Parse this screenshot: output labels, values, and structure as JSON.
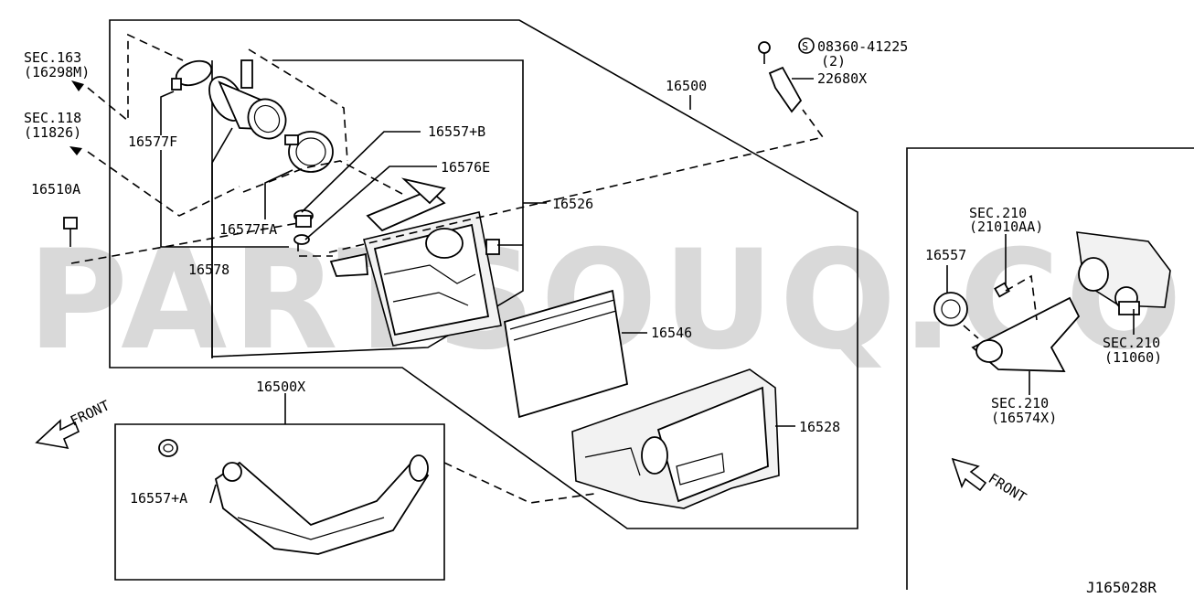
{
  "watermark": "PARTSOUQ.COM",
  "diagram_id": "J165028R",
  "labels": {
    "sec163": "SEC.163",
    "sec163_code": "(16298M)",
    "sec118": "SEC.118",
    "sec118_code": "(11826)",
    "p16510A": "16510A",
    "p16577F": "16577F",
    "p16577FA": "16577FA",
    "p16578": "16578",
    "p16557B": "16557+B",
    "p16576E": "16576E",
    "p16526": "16526",
    "p16500": "16500",
    "bolt_part": "08360-41225",
    "bolt_symbol": "S",
    "bolt_qty": "(2)",
    "p22680X": "22680X",
    "p16546": "16546",
    "p16528": "16528",
    "p16500X": "16500X",
    "p16557A": "16557+A",
    "front_left": "FRONT",
    "front_right": "FRONT",
    "p16557": "16557",
    "sec210a": "SEC.210",
    "sec210a_code": "(21010AA)",
    "sec210b": "SEC.210",
    "sec210b_code": "(11060)",
    "sec210c": "SEC.210",
    "sec210c_code": "(16574X)"
  }
}
